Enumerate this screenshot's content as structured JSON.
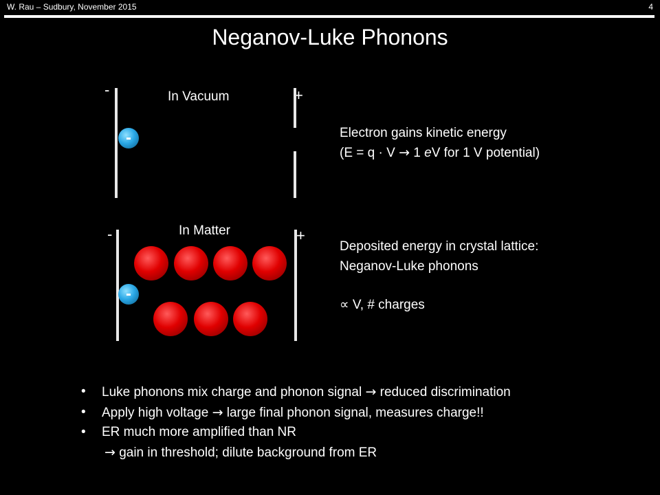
{
  "header": {
    "left": "W. Rau – Sudbury, November 2015",
    "page": "4"
  },
  "title": "Neganov-Luke Phonons",
  "vacuum": {
    "label": "In Vacuum",
    "minus": "-",
    "plus": "+",
    "electron": "-",
    "line1": "Electron gains kinetic energy",
    "line2_pre": "(E = q · V ",
    "arrow": "→",
    "line2_mid": " 1 ",
    "line2_em": "e",
    "line2_post": "V for 1 V potential)"
  },
  "matter": {
    "label": "In Matter",
    "minus": "-",
    "plus": "+",
    "electron": "-",
    "line1": "Deposited energy in crystal lattice:",
    "line2": "Neganov-Luke phonons",
    "line3": "∝ V, # charges"
  },
  "bullets": [
    {
      "pre": "Luke phonons mix charge and phonon signal ",
      "arrow": "→",
      "post": " reduced discrimination"
    },
    {
      "pre": "Apply high voltage ",
      "arrow": "→",
      "post": " large final phonon signal, measures charge!!"
    },
    {
      "pre": "ER much more amplified than NR",
      "arrow": "",
      "post": ""
    },
    {
      "pre": "    ",
      "arrow": "→",
      "post": " gain in threshold; dilute background from ER"
    }
  ],
  "colors": {
    "background": "#000000",
    "electron": "#2aa8e6",
    "atom": "#e00000",
    "text": "#ffffff"
  }
}
